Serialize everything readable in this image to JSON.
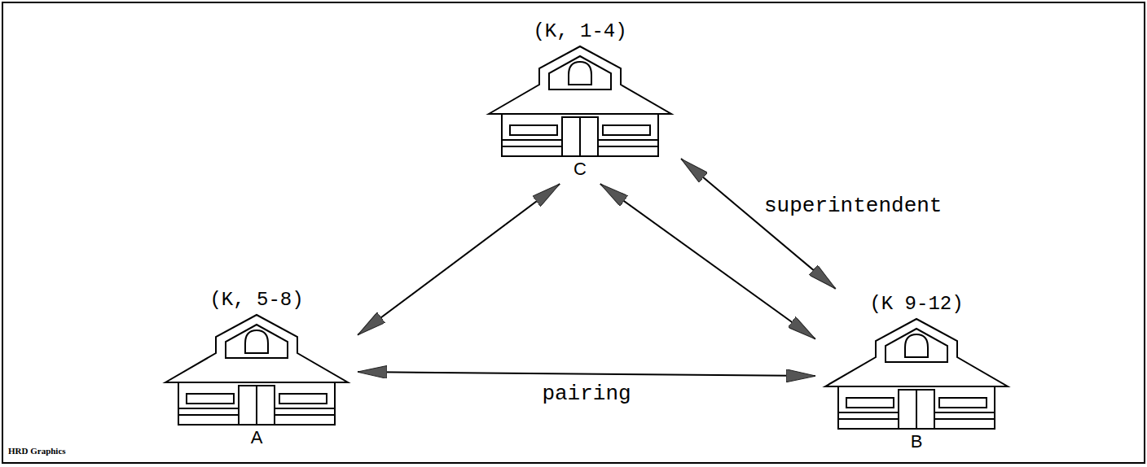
{
  "diagram": {
    "nodes": [
      {
        "text": [
          "(K, 1-4)",
          "C"
        ]
      },
      {
        "text": [
          "(K, 5-8)",
          "A"
        ]
      },
      {
        "text": [
          "(K 9-12)",
          "B"
        ]
      }
    ],
    "edges": [
      {
        "from": 0,
        "to": 1,
        "arrow": "both"
      },
      {
        "from": 0,
        "to": 2,
        "arrow": "both"
      },
      {
        "from": 0,
        "to": 2,
        "label": "superintendent",
        "arrow": "both"
      },
      {
        "from": 1,
        "to": 2,
        "label": "pairing",
        "arrow": "both"
      }
    ],
    "labels": [
      "HRD Graphics"
    ]
  }
}
